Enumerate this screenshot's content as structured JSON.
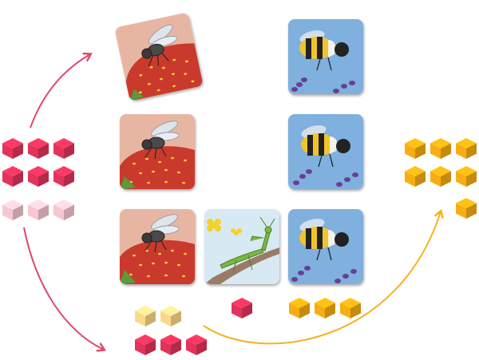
{
  "board": {
    "cards": [
      {
        "id": "fly-card-tilted",
        "subject": "fly-on-strawberry"
      },
      {
        "id": "bee-card-top",
        "subject": "bumblebee-on-lavender"
      },
      {
        "id": "fly-card-middle",
        "subject": "fly-on-strawberry"
      },
      {
        "id": "bee-card-middle",
        "subject": "bumblebee-on-lavender"
      },
      {
        "id": "fly-card-bottom",
        "subject": "fly-on-strawberry"
      },
      {
        "id": "mantis-card",
        "subject": "praying-mantis-on-branch"
      },
      {
        "id": "bee-card-bottom",
        "subject": "bumblebee-on-lavender"
      }
    ],
    "cube_groups": [
      {
        "id": "left-supply",
        "color": "red",
        "count": 6
      },
      {
        "id": "left-supply-faded",
        "color": "pale-pink",
        "count": 3
      },
      {
        "id": "bottom-red-row",
        "color": "red",
        "count": 3
      },
      {
        "id": "bottom-pale-gold",
        "color": "pale-gold",
        "count": 2
      },
      {
        "id": "mantis-cube",
        "color": "red",
        "count": 1
      },
      {
        "id": "bee-cubes",
        "color": "gold",
        "count": 3
      },
      {
        "id": "right-supply",
        "color": "gold",
        "count": 7
      }
    ],
    "arrows": [
      {
        "id": "red-arrow-up",
        "color": "#e0486a",
        "from": "left-supply",
        "to": "fly-card-tilted"
      },
      {
        "id": "red-arrow-down",
        "color": "#e0486a",
        "from": "left-supply",
        "to": "bottom-red-row"
      },
      {
        "id": "gold-arrow-up",
        "color": "#f5b21c",
        "from": "bottom-red-row",
        "to": "right-supply"
      }
    ]
  },
  "colors": {
    "red": "#e3335b",
    "pale_pink": "#f7c6d1",
    "gold": "#f7ae12",
    "pale_gold": "#fbd98b",
    "fly_bg": "#e7b6a3",
    "strawberry": "#c93a2c",
    "bee_bg": "#7fb0de",
    "mantis_bg": "#d7e9f2"
  }
}
